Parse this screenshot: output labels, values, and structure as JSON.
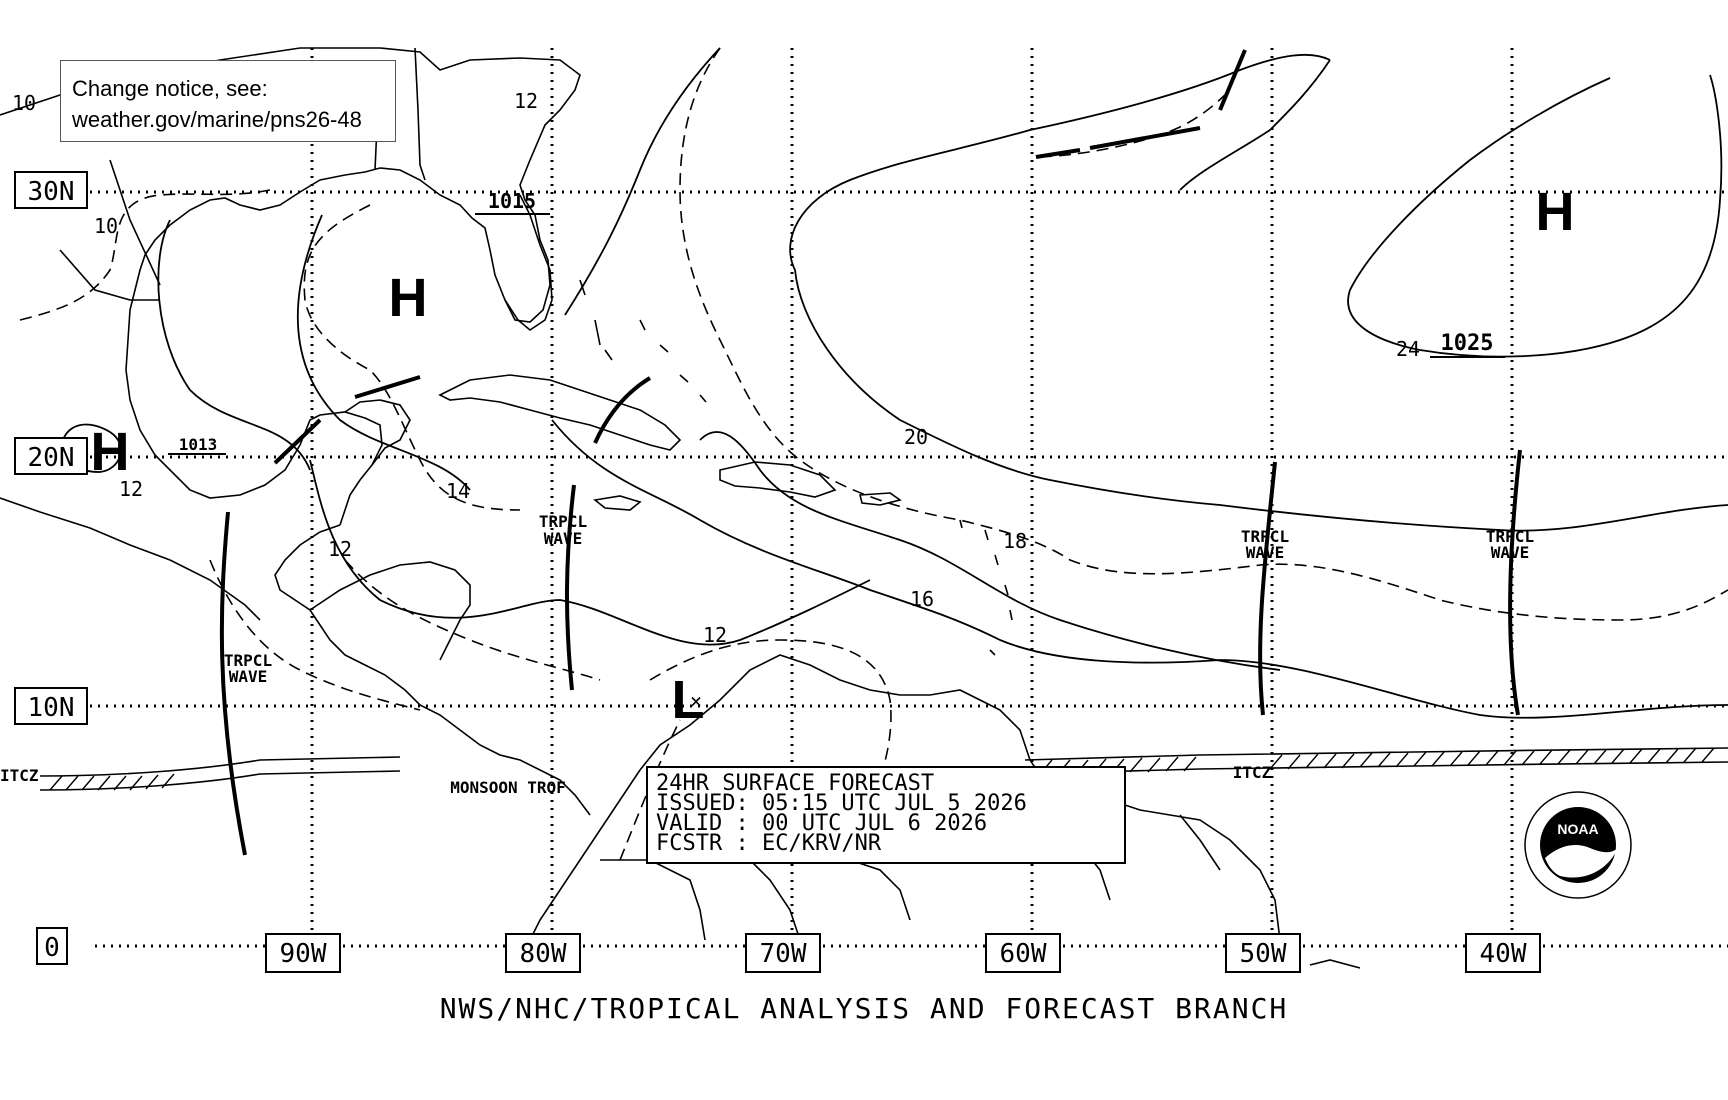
{
  "notice": {
    "line1": "Change notice, see:",
    "line2": "weather.gov/marine/pns26-48"
  },
  "lat_labels": [
    "30N",
    "20N",
    "10N",
    "0"
  ],
  "lon_labels": [
    "90W",
    "80W",
    "70W",
    "60W",
    "50W",
    "40W"
  ],
  "pressure_centers": [
    {
      "type": "H",
      "value": "1015"
    },
    {
      "type": "H",
      "value": "1013"
    },
    {
      "type": "H",
      "value": "1025"
    },
    {
      "type": "L",
      "value": ""
    }
  ],
  "isobar_labels": [
    "10",
    "12",
    "10",
    "12",
    "14",
    "12",
    "12",
    "20",
    "18",
    "16",
    "24"
  ],
  "features": {
    "tropical_wave": "TRPCL",
    "wave": "WAVE",
    "itcz": "ITCZ",
    "monsoon_trof": "MONSOON TROF"
  },
  "forecast_box": {
    "line1": "24HR SURFACE FORECAST",
    "line2": "ISSUED: 05:15 UTC JUL 5 2026",
    "line3": "VALID : 00 UTC JUL 6 2026",
    "line4": "FCSTR : EC/KRV/NR"
  },
  "footer": "NWS/NHC/TROPICAL ANALYSIS AND FORECAST BRANCH",
  "logo": {
    "text": "NOAA",
    "icon": "noaa-seal-icon"
  },
  "colors": {
    "ink": "#000000",
    "background": "#ffffff"
  }
}
